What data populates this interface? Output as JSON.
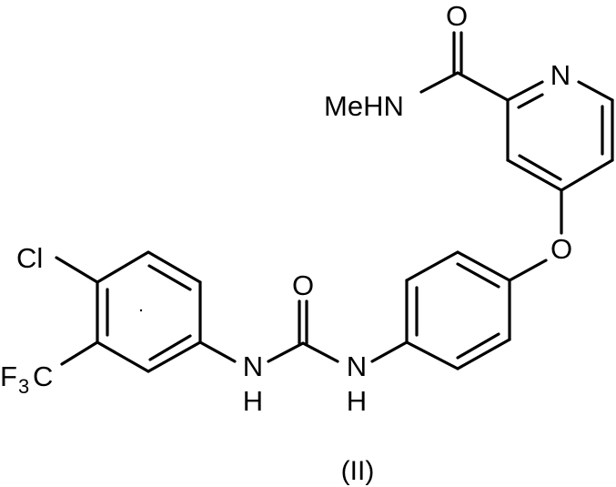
{
  "compound": {
    "label": "(II)",
    "atoms": {
      "carbonyl_o_top": "O",
      "pyridine_n": "N",
      "amide_nh": "MeHN",
      "ether_o": "O",
      "urea_o": "O",
      "urea_n_left": "N",
      "urea_h_left": "H",
      "urea_n_right": "N",
      "urea_h_right": "H",
      "chloro": "Cl",
      "cf3_f": "F",
      "cf3_sub": "3",
      "cf3_c": "C"
    }
  }
}
